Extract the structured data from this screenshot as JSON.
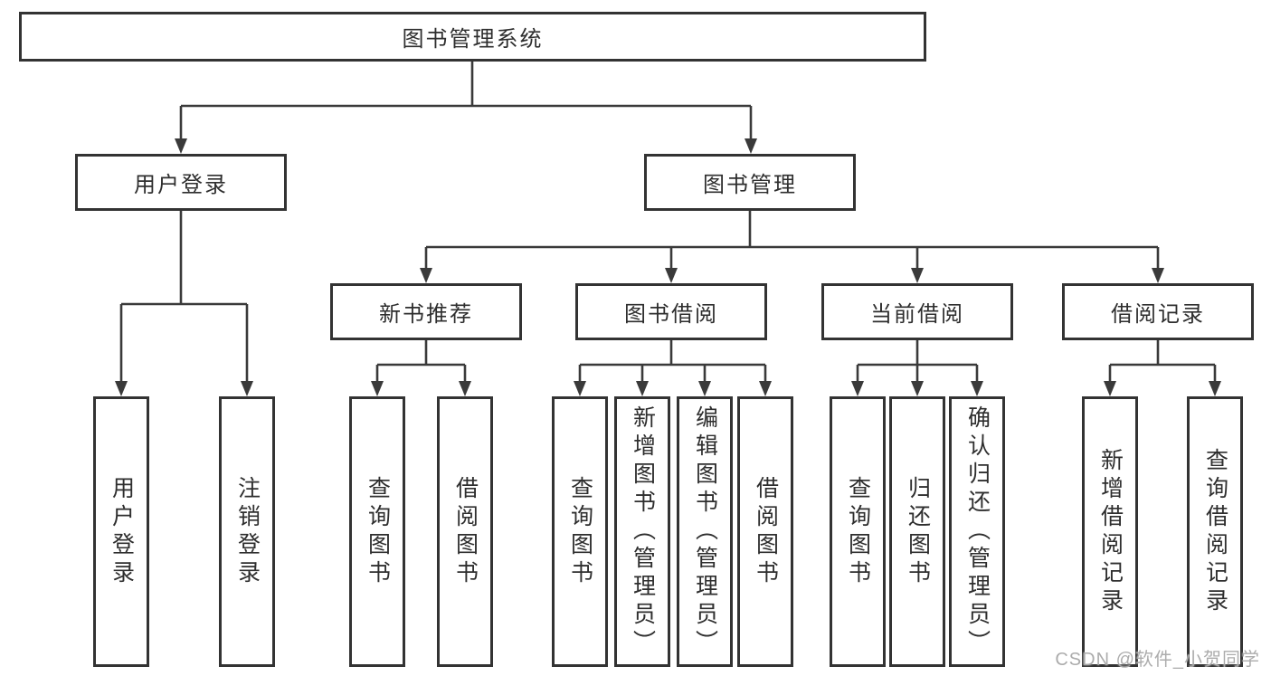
{
  "diagram": {
    "root": {
      "label": "图书管理系统"
    },
    "level2": {
      "user_login": {
        "label": "用户登录"
      },
      "book_management": {
        "label": "图书管理"
      }
    },
    "level3": {
      "new_book_recommend": {
        "label": "新书推荐"
      },
      "book_borrowing": {
        "label": "图书借阅"
      },
      "current_borrowing": {
        "label": "当前借阅"
      },
      "borrowing_records": {
        "label": "借阅记录"
      }
    },
    "leaves": {
      "user_login": [
        "用户登录",
        "注销登录"
      ],
      "new_book_recommend": [
        "查询图书",
        "借阅图书"
      ],
      "book_borrowing": [
        "查询图书",
        "新增图书（管理员）",
        "编辑图书（管理员）",
        "借阅图书"
      ],
      "current_borrowing": [
        "查询图书",
        "归还图书",
        "确认归还（管理员）"
      ],
      "borrowing_records": [
        "新增借阅记录",
        "查询借阅记录"
      ]
    }
  },
  "watermark": {
    "text": "CSDN @软件_小贺同学"
  },
  "colors": {
    "line": "#3a3a3a",
    "border": "#333333",
    "text": "#2e2e2e",
    "watermark": "#a8a8a8",
    "background": "#ffffff"
  }
}
